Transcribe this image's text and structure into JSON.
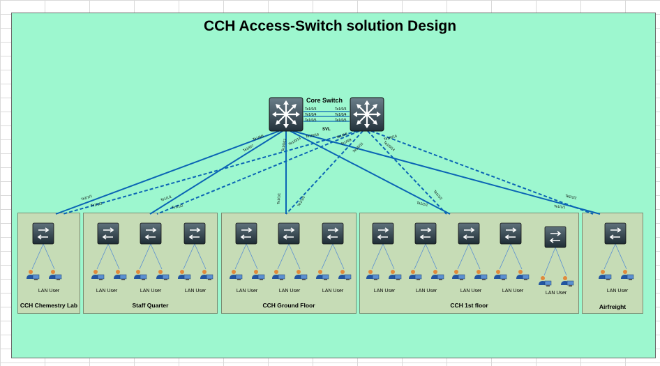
{
  "title": "CCH Access-Switch solution Design",
  "core": {
    "label": "Core Switch",
    "svl_label": "SVL",
    "svl_ports_left": [
      "Te1/0/3",
      "Te1/0/4",
      "Te1/0/5"
    ],
    "svl_ports_right": [
      "Te1/0/3",
      "Te1/0/4",
      "Te1/0/5"
    ]
  },
  "uplink_ports": {
    "core1": [
      "Te1/0/6",
      "Te1/0/7",
      "Te1/0/11",
      "Te1/0/14",
      "Te1/0/16"
    ],
    "core2": [
      "Te1/0/6",
      "Te1/0/9",
      "Te1/0/11",
      "Te1/0/14",
      "Te1/0/19"
    ],
    "access": [
      "Te1/1/1",
      "Te1/1/2",
      "Te1/1/1",
      "Te1/1/2",
      "Te1/1/1",
      "Te1/1/2",
      "Te1/1/1",
      "Te1/1/2",
      "Te1/1/2",
      "Te1/1/1"
    ]
  },
  "user_label": "LAN User",
  "groups": [
    {
      "name": "CCH Chemestry Lab",
      "switches": 1
    },
    {
      "name": "Staff Quarter",
      "switches": 3
    },
    {
      "name": "CCH Ground Floor",
      "switches": 3
    },
    {
      "name": "CCH 1st floor",
      "switches": 5
    },
    {
      "name": "Airfreight",
      "switches": 1
    }
  ],
  "colors": {
    "background": "#9df7cf",
    "box": "#c6dcb6",
    "link": "#0a64b4"
  }
}
